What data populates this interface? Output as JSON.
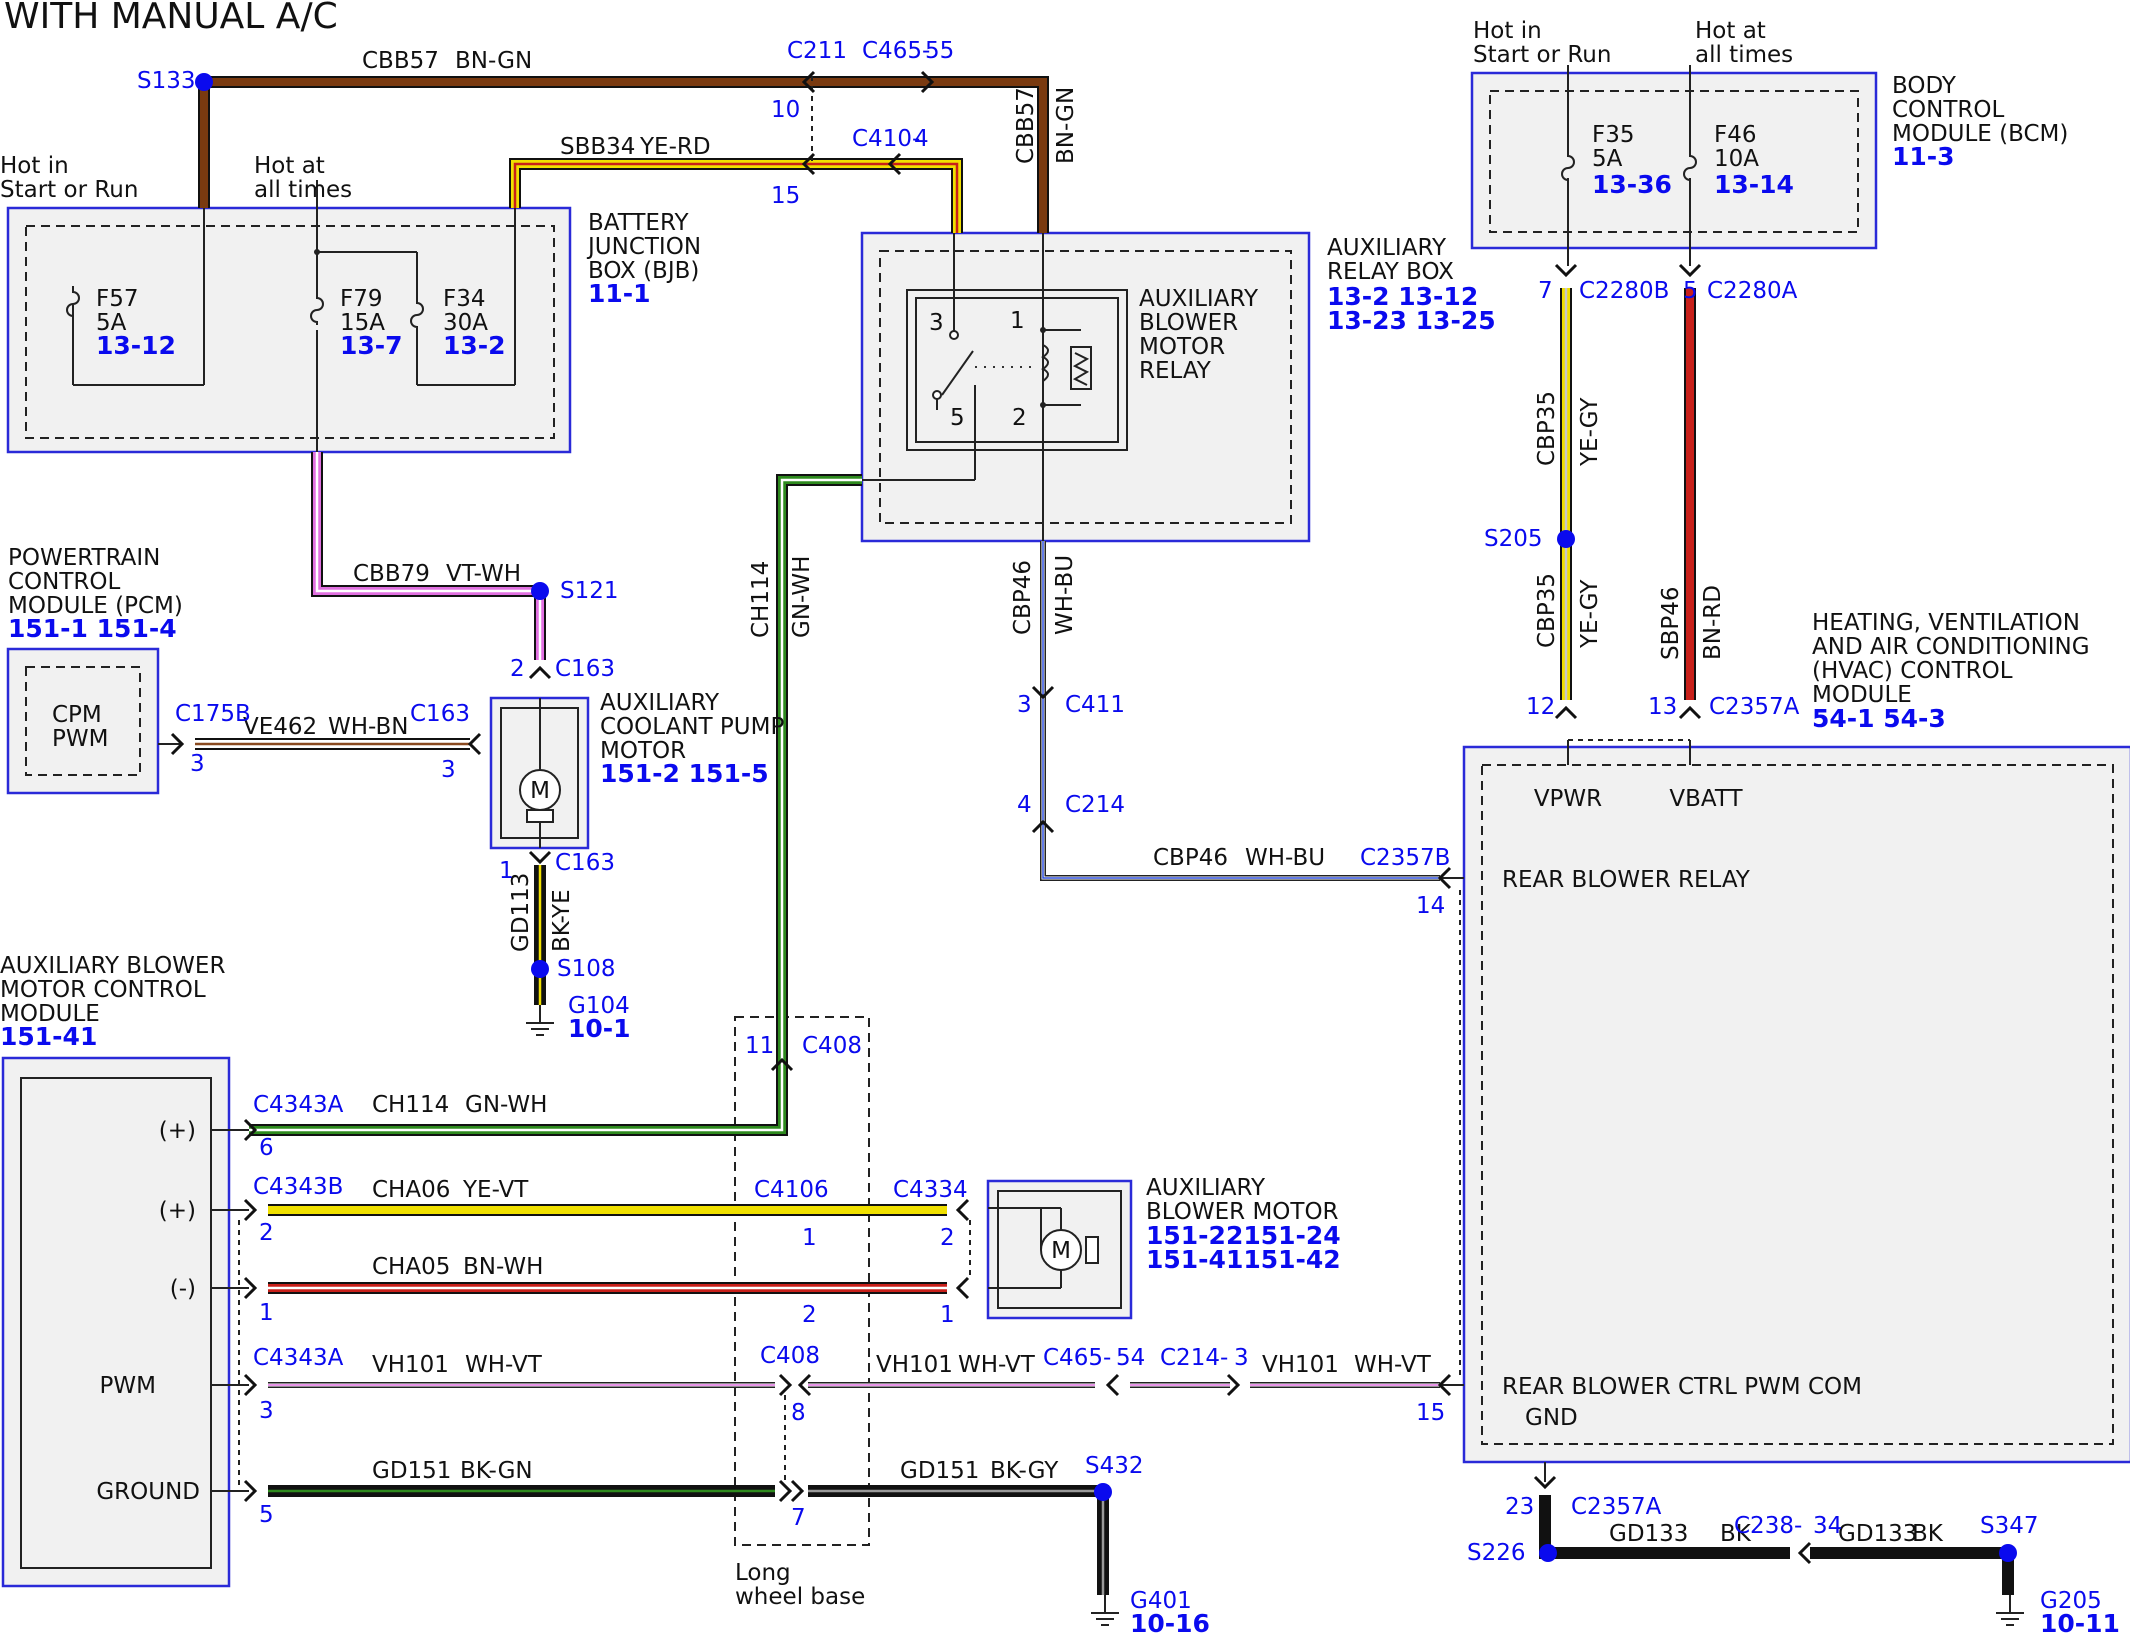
{
  "title": "WITH MANUAL A/C",
  "colors": {
    "module_border": "#2a2ad8",
    "label_blue": "#0a0aee",
    "wire_brown": "#7a3a10",
    "wire_green": "#2e8a1e",
    "wire_yellow": "#f0e000",
    "wire_red": "#c8201a",
    "wire_violet": "#e070e0",
    "wire_blue": "#3050e0",
    "wire_black": "#000000"
  },
  "modules": {
    "bjb": {
      "name": "BATTERY\nJUNCTION\nBOX (BJB)",
      "ref": "11-1",
      "hot_left": "Hot in\nStart or Run",
      "hot_right": "Hot at\nall times",
      "fuses": [
        {
          "id": "F57",
          "rating": "5A",
          "ref": "13-12"
        },
        {
          "id": "F79",
          "rating": "15A",
          "ref": "13-7"
        },
        {
          "id": "F34",
          "rating": "30A",
          "ref": "13-2"
        }
      ]
    },
    "bcm": {
      "name": "BODY\nCONTROL\nMODULE (BCM)",
      "ref": "11-3",
      "hot_left": "Hot in\nStart or Run",
      "hot_right": "Hot at\nall times",
      "fuses": [
        {
          "id": "F35",
          "rating": "5A",
          "ref": "13-36"
        },
        {
          "id": "F46",
          "rating": "10A",
          "ref": "13-14"
        }
      ]
    },
    "relay_box": {
      "name": "AUXILIARY\nRELAY BOX",
      "refs": [
        "13-2",
        "13-12",
        "13-23",
        "13-25"
      ],
      "relay_name": "AUXILIARY\nBLOWER\nMOTOR\nRELAY",
      "pins": [
        "3",
        "1",
        "5",
        "2"
      ]
    },
    "pcm": {
      "name": "POWERTRAIN\nCONTROL\nMODULE (PCM)",
      "refs": [
        "151-1",
        "151-4"
      ],
      "inner": "CPM\nPWM"
    },
    "pump": {
      "name": "AUXILIARY\nCOOLANT PUMP\nMOTOR",
      "refs": [
        "151-2",
        "151-5"
      ],
      "motor": "M"
    },
    "abm_ctrl": {
      "name": "AUXILIARY BLOWER\nMOTOR CONTROL\nMODULE",
      "ref": "151-41",
      "pins": [
        "(+)",
        "(+)",
        "(-)",
        "PWM",
        "GROUND"
      ]
    },
    "abm": {
      "name": "AUXILIARY\nBLOWER MOTOR",
      "refs": [
        "151-22",
        "151-24",
        "151-41",
        "151-42"
      ],
      "motor": "M"
    },
    "hvac": {
      "name": "HEATING, VENTILATION\nAND AIR CONDITIONING\n(HVAC) CONTROL\nMODULE",
      "refs": [
        "54-1",
        "54-3"
      ],
      "labels": [
        "VPWR",
        "VBATT",
        "REAR BLOWER RELAY",
        "REAR BLOWER CTRL PWM COM",
        "GND"
      ]
    }
  },
  "circuits": [
    {
      "id": "CBB57",
      "color": "BN-GN"
    },
    {
      "id": "SBB34",
      "color": "YE-RD"
    },
    {
      "id": "CBB79",
      "color": "VT-WH"
    },
    {
      "id": "VE462",
      "color": "WH-BN"
    },
    {
      "id": "GD113",
      "color": "BK-YE"
    },
    {
      "id": "CH114",
      "color": "GN-WH"
    },
    {
      "id": "CBP46",
      "color": "WH-BU"
    },
    {
      "id": "CBP35",
      "color": "YE-GY"
    },
    {
      "id": "SBP46",
      "color": "BN-RD"
    },
    {
      "id": "CHA06",
      "color": "YE-VT"
    },
    {
      "id": "CHA05",
      "color": "BN-WH"
    },
    {
      "id": "VH101",
      "color": "WH-VT"
    },
    {
      "id": "GD151",
      "color": "BK-GN"
    },
    {
      "id": "GD151",
      "color": "BK-GY"
    },
    {
      "id": "GD133",
      "color": "BK"
    }
  ],
  "connectors": [
    "C211",
    "C465-",
    "55",
    "C410-",
    "4",
    "C163",
    "C175B",
    "C411",
    "C214",
    "C2357B",
    "C408",
    "C4343A",
    "C4343B",
    "C4106",
    "C4334",
    "C465-",
    "54",
    "C214-",
    "3",
    "C2280B",
    "C2280A",
    "C2357A",
    "C238-",
    "34"
  ],
  "splices": [
    "S133",
    "S121",
    "S108",
    "S205",
    "S226",
    "S347",
    "S432"
  ],
  "grounds": [
    {
      "id": "G104",
      "ref": "10-1"
    },
    {
      "id": "G401",
      "ref": "10-16"
    },
    {
      "id": "G205",
      "ref": "10-11"
    }
  ],
  "note": "Long\nwheel base"
}
